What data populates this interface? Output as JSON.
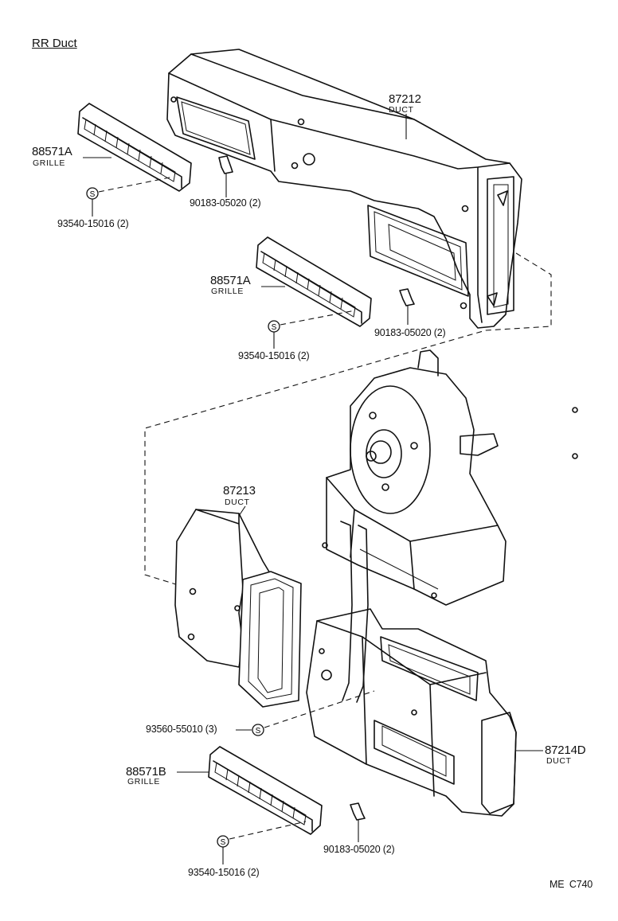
{
  "title": "RR Duct",
  "footer_code": "ME  C740",
  "parts": {
    "duct_87212": {
      "number": "87212",
      "name": "DUCT"
    },
    "grille_top": {
      "number": "88571A",
      "name": "GRILLE"
    },
    "screw_top": {
      "symbol": "S",
      "label": "93540-15016 (2)"
    },
    "clip_top": {
      "label": "90183-05020 (2)"
    },
    "grille_mid": {
      "number": "88571A",
      "name": "GRILLE"
    },
    "screw_mid": {
      "symbol": "S",
      "label": "93540-15016 (2)"
    },
    "clip_mid": {
      "label": "90183-05020 (2)"
    },
    "duct_87213": {
      "number": "87213",
      "name": "DUCT"
    },
    "screw_55010": {
      "symbol": "S",
      "label": "93560-55010 (3)"
    },
    "duct_87214d": {
      "number": "87214D",
      "name": "DUCT"
    },
    "grille_bottom": {
      "number": "88571B",
      "name": "GRILLE"
    },
    "clip_bottom": {
      "label": "90183-05020 (2)"
    },
    "screw_bottom": {
      "symbol": "S",
      "label": "93540-15016 (2)"
    }
  }
}
